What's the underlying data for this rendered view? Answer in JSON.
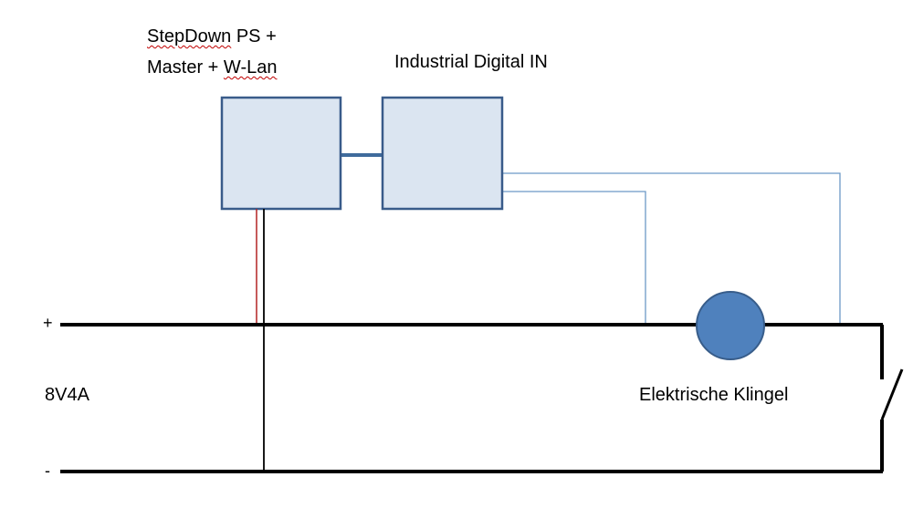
{
  "labels": {
    "stepdown_line1_part1": "StepDown",
    "stepdown_line1_part2": " PS +",
    "stepdown_line2_part1": "Master + ",
    "stepdown_line2_part2": "W-Lan",
    "industrial": "Industrial Digital IN",
    "voltage": "8V4A",
    "plus": "+",
    "minus": "-",
    "klingel": "Elektrische Klingel"
  },
  "colors": {
    "box_fill": "#dbe5f1",
    "box_stroke": "#395b8a",
    "connector": "#3f6b9c",
    "signal_wire": "#6c99c6",
    "power_wire": "#000000",
    "red_wire": "#b22222",
    "bell_fill": "#4f81bd",
    "bell_stroke": "#385d8a"
  }
}
